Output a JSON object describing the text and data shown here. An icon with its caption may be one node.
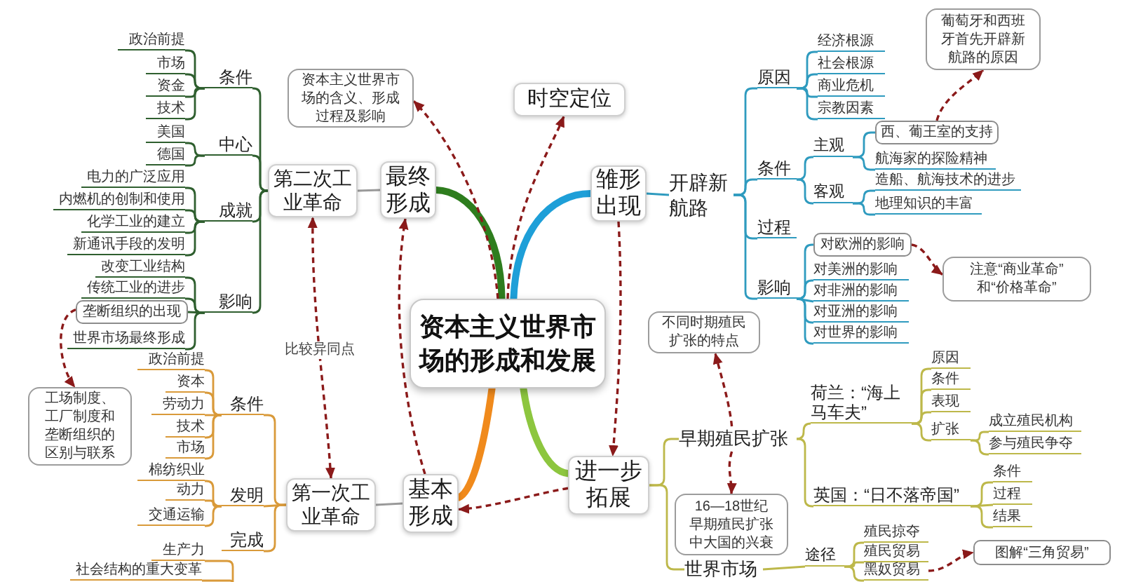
{
  "diagram": {
    "nodes": [
      {
        "text": [
          "资本主义世界市场的形成和发展"
        ]
      },
      {
        "text": [
          "时空定位"
        ]
      },
      {
        "text": [
          "资本主义世界市场的含义、形成过程及影响"
        ]
      },
      {
        "text": [
          "最终形成"
        ]
      },
      {
        "text": [
          "第二次工业革命"
        ]
      },
      {
        "text": [
          "条件"
        ]
      },
      {
        "text": [
          "政治前提"
        ]
      },
      {
        "text": [
          "市场"
        ]
      },
      {
        "text": [
          "资金"
        ]
      },
      {
        "text": [
          "技术"
        ]
      },
      {
        "text": [
          "中心"
        ]
      },
      {
        "text": [
          "美国"
        ]
      },
      {
        "text": [
          "德国"
        ]
      },
      {
        "text": [
          "成就"
        ]
      },
      {
        "text": [
          "电力的广泛应用"
        ]
      },
      {
        "text": [
          "内燃机的创制和使用"
        ]
      },
      {
        "text": [
          "化学工业的建立"
        ]
      },
      {
        "text": [
          "新通讯手段的发明"
        ]
      },
      {
        "text": [
          "影响"
        ]
      },
      {
        "text": [
          "改变工业结构"
        ]
      },
      {
        "text": [
          "传统工业的进步"
        ]
      },
      {
        "text": [
          "垄断组织的出现"
        ]
      },
      {
        "text": [
          "世界市场最终形成"
        ]
      },
      {
        "text": [
          "工场制度、工厂制度和垄断组织的区别与联系"
        ]
      },
      {
        "text": [
          "雏形出现"
        ]
      },
      {
        "text": [
          "开辟新航路"
        ]
      },
      {
        "text": [
          "原因"
        ]
      },
      {
        "text": [
          "经济根源"
        ]
      },
      {
        "text": [
          "社会根源"
        ]
      },
      {
        "text": [
          "商业危机"
        ]
      },
      {
        "text": [
          "宗教因素"
        ]
      },
      {
        "text": [
          "条件"
        ]
      },
      {
        "text": [
          "主观"
        ]
      },
      {
        "text": [
          "西、葡王室的支持"
        ]
      },
      {
        "text": [
          "航海家的探险精神"
        ]
      },
      {
        "text": [
          "客观"
        ]
      },
      {
        "text": [
          "造船、航海技术的进步"
        ]
      },
      {
        "text": [
          "地理知识的丰富"
        ]
      },
      {
        "text": [
          "过程"
        ]
      },
      {
        "text": [
          "影响"
        ]
      },
      {
        "text": [
          "对欧洲的影响"
        ]
      },
      {
        "text": [
          "对美洲的影响"
        ]
      },
      {
        "text": [
          "对非洲的影响"
        ]
      },
      {
        "text": [
          "对亚洲的影响"
        ]
      },
      {
        "text": [
          "对世界的影响"
        ]
      },
      {
        "text": [
          "葡萄牙和西班牙首先开辟新航路的原因"
        ]
      },
      {
        "text": [
          "注意“商业革命”和“价格革命”"
        ]
      },
      {
        "text": [
          "基本形成"
        ]
      },
      {
        "text": [
          "第一次工业革命"
        ]
      },
      {
        "text": [
          "条件"
        ]
      },
      {
        "text": [
          "政治前提"
        ]
      },
      {
        "text": [
          "资本"
        ]
      },
      {
        "text": [
          "劳动力"
        ]
      },
      {
        "text": [
          "技术"
        ]
      },
      {
        "text": [
          "市场"
        ]
      },
      {
        "text": [
          "发明"
        ]
      },
      {
        "text": [
          "棉纺织业"
        ]
      },
      {
        "text": [
          "动力"
        ]
      },
      {
        "text": [
          "交通运输"
        ]
      },
      {
        "text": [
          "完成"
        ]
      },
      {
        "text": [
          "生产力"
        ]
      },
      {
        "text": [
          "社会结构的重大变革"
        ]
      },
      {
        "text": [
          "进一步拓展"
        ]
      },
      {
        "text": [
          "早期殖民扩张"
        ]
      },
      {
        "text": [
          "不同时期殖民扩张的特点"
        ]
      },
      {
        "text": [
          "16—18世纪早期殖民扩张中大国的兴衰"
        ]
      },
      {
        "text": [
          "荷兰：“海上马车夫”"
        ]
      },
      {
        "text": [
          "原因"
        ]
      },
      {
        "text": [
          "条件"
        ]
      },
      {
        "text": [
          "表现"
        ]
      },
      {
        "text": [
          "扩张"
        ]
      },
      {
        "text": [
          "成立殖民机构"
        ]
      },
      {
        "text": [
          "参与殖民争夺"
        ]
      },
      {
        "text": [
          "英国：“日不落帝国”"
        ]
      },
      {
        "text": [
          "条件"
        ]
      },
      {
        "text": [
          "过程"
        ]
      },
      {
        "text": [
          "结果"
        ]
      },
      {
        "text": [
          "世界市场"
        ]
      },
      {
        "text": [
          "途径"
        ]
      },
      {
        "text": [
          "殖民掠夺"
        ]
      },
      {
        "text": [
          "殖民贸易"
        ]
      },
      {
        "text": [
          "黑奴贸易"
        ]
      },
      {
        "text": [
          "图解“三角贸易”"
        ]
      }
    ],
    "edges": [
      {
        "from": 0,
        "to": 3,
        "arrow": "none",
        "style": "thick",
        "color": "#2e7d1e"
      },
      {
        "from": 0,
        "to": 24,
        "arrow": "none",
        "style": "thick",
        "color": "#1e9fd8"
      },
      {
        "from": 0,
        "to": 47,
        "arrow": "none",
        "style": "thick",
        "color": "#f08a1c"
      },
      {
        "from": 0,
        "to": 62,
        "arrow": "none",
        "style": "thick",
        "color": "#8dc63f"
      },
      {
        "from": 0,
        "to": 1,
        "arrow": "to",
        "style": "dashed",
        "color": "#8b1a1a"
      },
      {
        "from": 0,
        "to": 2,
        "arrow": "to",
        "style": "dashed",
        "color": "#8b1a1a"
      },
      {
        "from": 24,
        "to": 62,
        "arrow": "to",
        "style": "dashed",
        "color": "#8b1a1a"
      },
      {
        "from": 62,
        "to": 47,
        "arrow": "to",
        "style": "dashed",
        "color": "#8b1a1a"
      },
      {
        "from": 47,
        "to": 3,
        "arrow": "to",
        "style": "dashed",
        "color": "#8b1a1a"
      },
      {
        "from": 48,
        "to": 4,
        "arrow": "both",
        "style": "dashed",
        "color": "#8b1a1a",
        "label": "比较异同点"
      },
      {
        "from": 21,
        "to": 23,
        "arrow": "to",
        "style": "dashed",
        "color": "#8b1a1a"
      },
      {
        "from": 33,
        "to": 45,
        "arrow": "to",
        "style": "dashed",
        "color": "#8b1a1a"
      },
      {
        "from": 40,
        "to": 46,
        "arrow": "to",
        "style": "dashed",
        "color": "#8b1a1a"
      },
      {
        "from": 63,
        "to": 64,
        "arrow": "to",
        "style": "dashed",
        "color": "#8b1a1a"
      },
      {
        "from": 63,
        "to": 65,
        "arrow": "to",
        "style": "dashed",
        "color": "#8b1a1a"
      },
      {
        "from": 81,
        "to": 82,
        "arrow": "to",
        "style": "dashed",
        "color": "#8b1a1a"
      },
      {
        "from": 3,
        "to": 4,
        "arrow": "none",
        "color": "#9a9a9a"
      },
      {
        "from": 4,
        "to": 5,
        "arrow": "none",
        "color": "#2f5f2f"
      },
      {
        "from": 4,
        "to": 10,
        "arrow": "none",
        "color": "#2f5f2f"
      },
      {
        "from": 4,
        "to": 13,
        "arrow": "none",
        "color": "#2f5f2f"
      },
      {
        "from": 4,
        "to": 18,
        "arrow": "none",
        "color": "#2f5f2f"
      },
      {
        "from": 5,
        "to": 6,
        "arrow": "none",
        "color": "#2f5f2f"
      },
      {
        "from": 5,
        "to": 7,
        "arrow": "none",
        "color": "#2f5f2f"
      },
      {
        "from": 5,
        "to": 8,
        "arrow": "none",
        "color": "#2f5f2f"
      },
      {
        "from": 5,
        "to": 9,
        "arrow": "none",
        "color": "#2f5f2f"
      },
      {
        "from": 10,
        "to": 11,
        "arrow": "none",
        "color": "#2f5f2f"
      },
      {
        "from": 10,
        "to": 12,
        "arrow": "none",
        "color": "#2f5f2f"
      },
      {
        "from": 13,
        "to": 14,
        "arrow": "none",
        "color": "#2f5f2f"
      },
      {
        "from": 13,
        "to": 15,
        "arrow": "none",
        "color": "#2f5f2f"
      },
      {
        "from": 13,
        "to": 16,
        "arrow": "none",
        "color": "#2f5f2f"
      },
      {
        "from": 13,
        "to": 17,
        "arrow": "none",
        "color": "#2f5f2f"
      },
      {
        "from": 18,
        "to": 19,
        "arrow": "none",
        "color": "#2f5f2f"
      },
      {
        "from": 18,
        "to": 20,
        "arrow": "none",
        "color": "#2f5f2f"
      },
      {
        "from": 18,
        "to": 21,
        "arrow": "none",
        "color": "#2f5f2f"
      },
      {
        "from": 18,
        "to": 22,
        "arrow": "none",
        "color": "#2f5f2f"
      },
      {
        "from": 24,
        "to": 25,
        "arrow": "none"
      },
      {
        "from": 25,
        "to": 26,
        "arrow": "none"
      },
      {
        "from": 25,
        "to": 31,
        "arrow": "none"
      },
      {
        "from": 25,
        "to": 38,
        "arrow": "none"
      },
      {
        "from": 25,
        "to": 39,
        "arrow": "none"
      },
      {
        "from": 26,
        "to": 27,
        "arrow": "none"
      },
      {
        "from": 26,
        "to": 28,
        "arrow": "none"
      },
      {
        "from": 26,
        "to": 29,
        "arrow": "none"
      },
      {
        "from": 26,
        "to": 30,
        "arrow": "none"
      },
      {
        "from": 31,
        "to": 32,
        "arrow": "none"
      },
      {
        "from": 31,
        "to": 35,
        "arrow": "none"
      },
      {
        "from": 32,
        "to": 33,
        "arrow": "none"
      },
      {
        "from": 32,
        "to": 34,
        "arrow": "none"
      },
      {
        "from": 35,
        "to": 36,
        "arrow": "none"
      },
      {
        "from": 35,
        "to": 37,
        "arrow": "none"
      },
      {
        "from": 39,
        "to": 40,
        "arrow": "none"
      },
      {
        "from": 39,
        "to": 41,
        "arrow": "none"
      },
      {
        "from": 39,
        "to": 42,
        "arrow": "none"
      },
      {
        "from": 39,
        "to": 43,
        "arrow": "none"
      },
      {
        "from": 39,
        "to": 44,
        "arrow": "none"
      },
      {
        "from": 47,
        "to": 48,
        "arrow": "none",
        "color": "#9a9a9a"
      },
      {
        "from": 48,
        "to": 49,
        "arrow": "none",
        "color": "#d99a3a"
      },
      {
        "from": 48,
        "to": 55,
        "arrow": "none",
        "color": "#d99a3a"
      },
      {
        "from": 48,
        "to": 59,
        "arrow": "none",
        "color": "#d99a3a"
      },
      {
        "from": 49,
        "to": 50,
        "arrow": "none",
        "color": "#d99a3a"
      },
      {
        "from": 49,
        "to": 51,
        "arrow": "none",
        "color": "#d99a3a"
      },
      {
        "from": 49,
        "to": 52,
        "arrow": "none",
        "color": "#d99a3a"
      },
      {
        "from": 49,
        "to": 53,
        "arrow": "none",
        "color": "#d99a3a"
      },
      {
        "from": 49,
        "to": 54,
        "arrow": "none",
        "color": "#d99a3a"
      },
      {
        "from": 55,
        "to": 56,
        "arrow": "none",
        "color": "#d99a3a"
      },
      {
        "from": 55,
        "to": 57,
        "arrow": "none",
        "color": "#d99a3a"
      },
      {
        "from": 55,
        "to": 58,
        "arrow": "none",
        "color": "#d99a3a"
      },
      {
        "from": null,
        "to": 60,
        "arrow": "none",
        "color": "#d99a3a"
      },
      {
        "from": null,
        "to": 61,
        "arrow": "none",
        "color": "#d99a3a"
      },
      {
        "from": 62,
        "to": 63,
        "arrow": "none",
        "color": "#bdb84a"
      },
      {
        "from": 62,
        "to": 77,
        "arrow": "none",
        "color": "#bdb84a"
      },
      {
        "from": 63,
        "to": 66,
        "arrow": "none",
        "color": "#bdb84a"
      },
      {
        "from": 63,
        "to": 73,
        "arrow": "none",
        "color": "#bdb84a"
      },
      {
        "from": 66,
        "to": 67,
        "arrow": "none",
        "color": "#bdb84a"
      },
      {
        "from": 66,
        "to": 68,
        "arrow": "none",
        "color": "#bdb84a"
      },
      {
        "from": 66,
        "to": 69,
        "arrow": "none",
        "color": "#bdb84a"
      },
      {
        "from": 66,
        "to": 70,
        "arrow": "none",
        "color": "#bdb84a"
      },
      {
        "from": 70,
        "to": 71,
        "arrow": "none",
        "color": "#bdb84a"
      },
      {
        "from": 70,
        "to": 72,
        "arrow": "none",
        "color": "#bdb84a"
      },
      {
        "from": 73,
        "to": 74,
        "arrow": "none",
        "color": "#bdb84a"
      },
      {
        "from": 73,
        "to": 75,
        "arrow": "none",
        "color": "#bdb84a"
      },
      {
        "from": 73,
        "to": 76,
        "arrow": "none",
        "color": "#bdb84a"
      },
      {
        "from": 77,
        "to": 78,
        "arrow": "none",
        "color": "#bdb84a"
      },
      {
        "from": 78,
        "to": 79,
        "arrow": "none",
        "color": "#bdb84a"
      },
      {
        "from": 78,
        "to": 80,
        "arrow": "none",
        "color": "#bdb84a"
      },
      {
        "from": 78,
        "to": 81,
        "arrow": "none",
        "color": "#bdb84a"
      }
    ]
  }
}
